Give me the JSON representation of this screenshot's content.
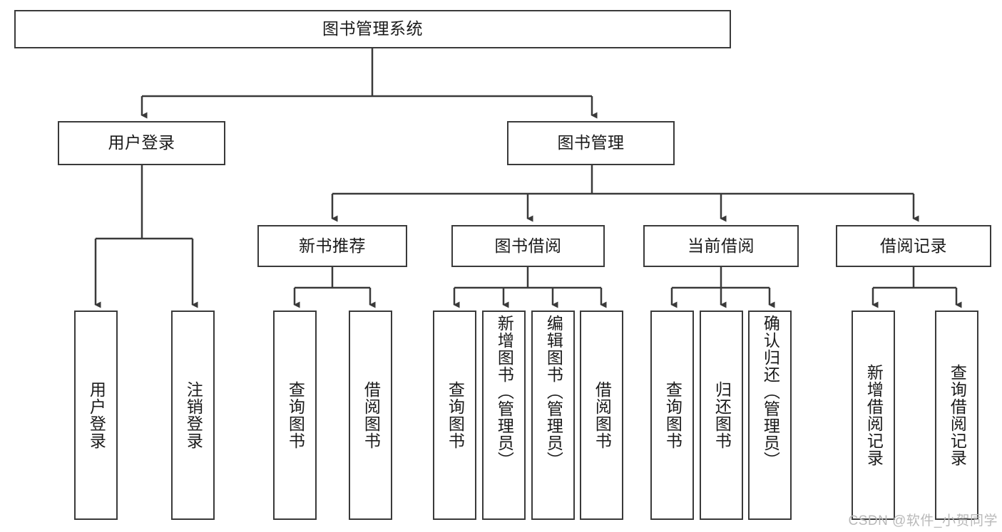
{
  "diagram": {
    "title": "图书管理系统",
    "type": "tree-hierarchy-diagram",
    "watermark": "CSDN @软件_小贺同学",
    "colors": {
      "box_border": "#3a3a3a",
      "box_fill": "#ffffff",
      "connector": "#3a3a3a",
      "text": "#1a1a1a",
      "watermark": "#b9b9b9"
    },
    "levels": [
      {
        "level": 1,
        "nodes": [
          {
            "id": "root",
            "label": "图书管理系统",
            "orientation": "horizontal"
          }
        ]
      },
      {
        "level": 2,
        "nodes": [
          {
            "id": "user-login",
            "label": "用户登录",
            "orientation": "horizontal",
            "parent": "root"
          },
          {
            "id": "book-manage",
            "label": "图书管理",
            "orientation": "horizontal",
            "parent": "root"
          }
        ]
      },
      {
        "level": 3,
        "nodes": [
          {
            "id": "new-book-rec",
            "label": "新书推荐",
            "orientation": "horizontal",
            "parent": "book-manage"
          },
          {
            "id": "book-borrow",
            "label": "图书借阅",
            "orientation": "horizontal",
            "parent": "book-manage"
          },
          {
            "id": "current-borrow",
            "label": "当前借阅",
            "orientation": "horizontal",
            "parent": "book-manage"
          },
          {
            "id": "borrow-record",
            "label": "借阅记录",
            "orientation": "horizontal",
            "parent": "book-manage"
          }
        ]
      },
      {
        "level": 4,
        "nodes": [
          {
            "id": "leaf-user-login",
            "label": "用户登录",
            "orientation": "vertical",
            "parent": "user-login"
          },
          {
            "id": "leaf-logout",
            "label": "注销登录",
            "orientation": "vertical",
            "parent": "user-login"
          },
          {
            "id": "leaf-query-book-1",
            "label": "查询图书",
            "orientation": "vertical",
            "parent": "new-book-rec"
          },
          {
            "id": "leaf-borrow-book-1",
            "label": "借阅图书",
            "orientation": "vertical",
            "parent": "new-book-rec"
          },
          {
            "id": "leaf-query-book-2",
            "label": "查询图书",
            "orientation": "vertical",
            "parent": "book-borrow"
          },
          {
            "id": "leaf-add-book",
            "label": "新增图书（管理员）",
            "orientation": "vertical",
            "parent": "book-borrow"
          },
          {
            "id": "leaf-edit-book",
            "label": "编辑图书（管理员）",
            "orientation": "vertical",
            "parent": "book-borrow"
          },
          {
            "id": "leaf-borrow-book-2",
            "label": "借阅图书",
            "orientation": "vertical",
            "parent": "book-borrow"
          },
          {
            "id": "leaf-query-book-3",
            "label": "查询图书",
            "orientation": "vertical",
            "parent": "current-borrow"
          },
          {
            "id": "leaf-return-book",
            "label": "归还图书",
            "orientation": "vertical",
            "parent": "current-borrow"
          },
          {
            "id": "leaf-confirm-return",
            "label": "确认归还（管理员）",
            "orientation": "vertical",
            "parent": "current-borrow"
          },
          {
            "id": "leaf-add-record",
            "label": "新增借阅记录",
            "orientation": "vertical",
            "parent": "borrow-record"
          },
          {
            "id": "leaf-query-record",
            "label": "查询借阅记录",
            "orientation": "vertical",
            "parent": "borrow-record"
          }
        ]
      }
    ]
  }
}
